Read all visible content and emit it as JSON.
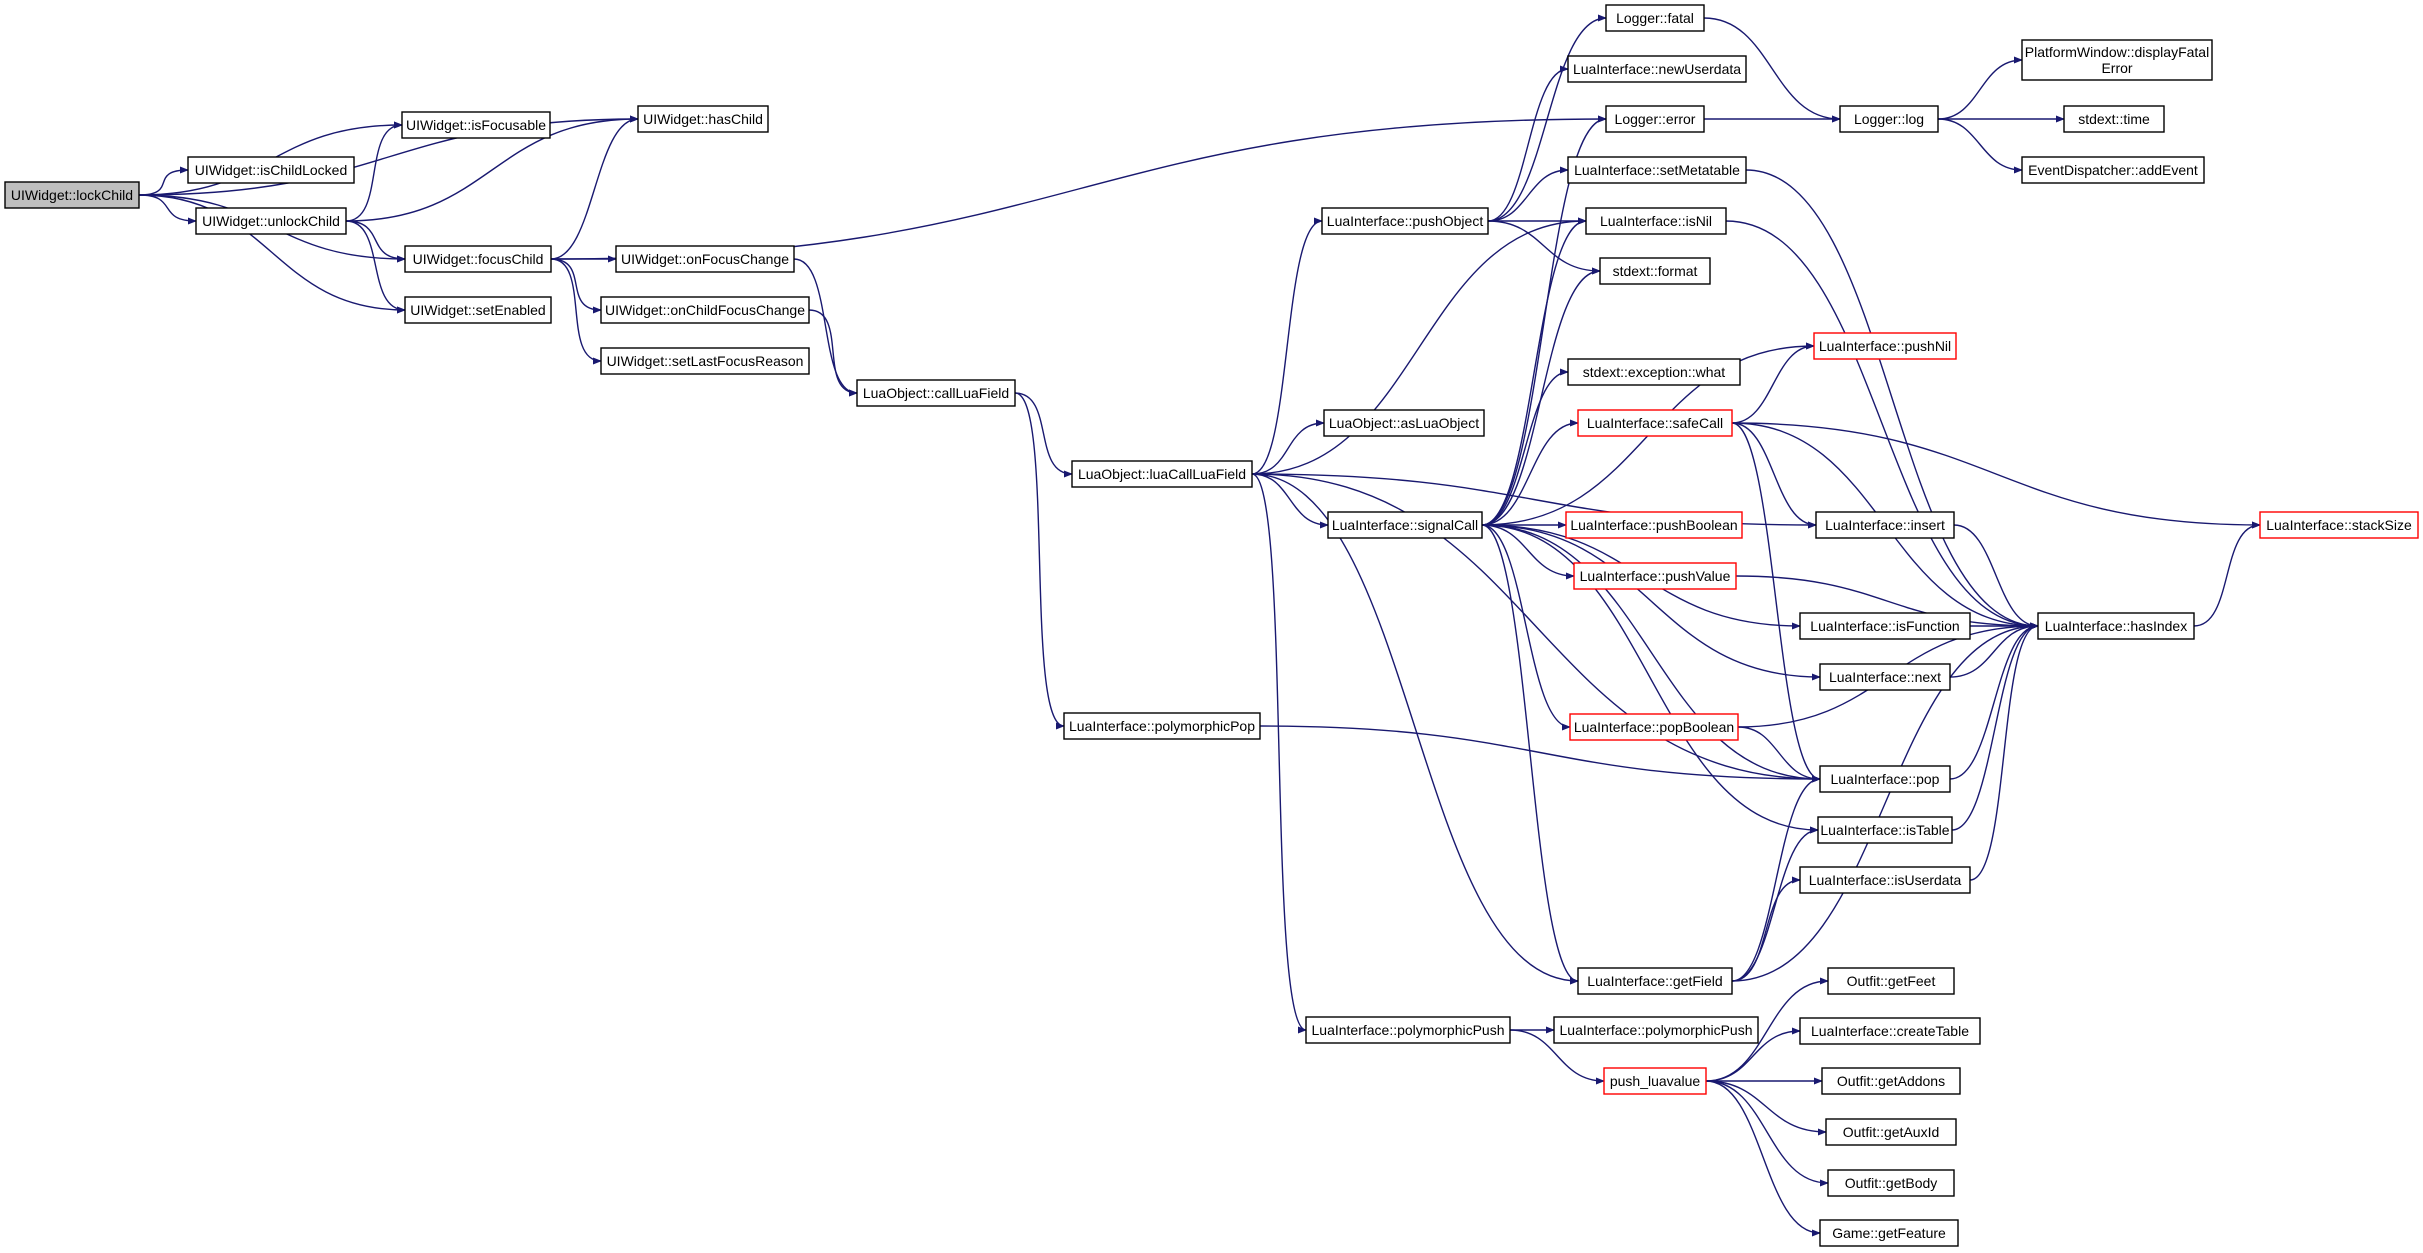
{
  "colors": {
    "edge": "#191970",
    "node_border": "#000000",
    "truncated_border": "#ff0000",
    "root_fill": "#bfbfbf",
    "node_fill": "#ffffff"
  },
  "nodes": [
    {
      "id": "lockChild",
      "label": "UIWidget::lockChild",
      "root": true
    },
    {
      "id": "isChildLocked",
      "label": "UIWidget::isChildLocked"
    },
    {
      "id": "unlockChild",
      "label": "UIWidget::unlockChild"
    },
    {
      "id": "isFocusable",
      "label": "UIWidget::isFocusable"
    },
    {
      "id": "hasChild",
      "label": "UIWidget::hasChild"
    },
    {
      "id": "focusChild",
      "label": "UIWidget::focusChild"
    },
    {
      "id": "setEnabled",
      "label": "UIWidget::setEnabled"
    },
    {
      "id": "onFocusChange",
      "label": "UIWidget::onFocusChange"
    },
    {
      "id": "onChildFocusChange",
      "label": "UIWidget::onChildFocusChange"
    },
    {
      "id": "setLastFocusReason",
      "label": "UIWidget::setLastFocusReason"
    },
    {
      "id": "callLuaField",
      "label": "LuaObject::callLuaField"
    },
    {
      "id": "luaCallLuaField",
      "label": "LuaObject::luaCallLuaField"
    },
    {
      "id": "asLuaObject",
      "label": "LuaObject::asLuaObject"
    },
    {
      "id": "polymorphicPop",
      "label": "LuaInterface::polymorphicPop"
    },
    {
      "id": "polymorphicPush",
      "label": "LuaInterface::polymorphicPush"
    },
    {
      "id": "polymorphicPush2",
      "label": "LuaInterface::polymorphicPush"
    },
    {
      "id": "pushObject",
      "label": "LuaInterface::pushObject"
    },
    {
      "id": "signalCall",
      "label": "LuaInterface::signalCall"
    },
    {
      "id": "loggerFatal",
      "label": "Logger::fatal"
    },
    {
      "id": "newUserdata",
      "label": "LuaInterface::newUserdata"
    },
    {
      "id": "loggerError",
      "label": "Logger::error"
    },
    {
      "id": "setMetatable",
      "label": "LuaInterface::setMetatable"
    },
    {
      "id": "isNil",
      "label": "LuaInterface::isNil"
    },
    {
      "id": "stdextFormat",
      "label": "stdext::format"
    },
    {
      "id": "exceptionWhat",
      "label": "stdext::exception::what"
    },
    {
      "id": "safeCall",
      "label": "LuaInterface::safeCall",
      "truncated": true
    },
    {
      "id": "pushBoolean",
      "label": "LuaInterface::pushBoolean",
      "truncated": true
    },
    {
      "id": "pushValue",
      "label": "LuaInterface::pushValue",
      "truncated": true
    },
    {
      "id": "popBoolean",
      "label": "LuaInterface::popBoolean",
      "truncated": true
    },
    {
      "id": "getField",
      "label": "LuaInterface::getField"
    },
    {
      "id": "pushLuavalue",
      "label": "push_luavalue",
      "truncated": true
    },
    {
      "id": "loggerLog",
      "label": "Logger::log"
    },
    {
      "id": "displayFatalError",
      "label": "PlatformWindow::displayFatal Error",
      "lines": [
        "PlatformWindow::displayFatal",
        "Error"
      ]
    },
    {
      "id": "stdextTime",
      "label": "stdext::time"
    },
    {
      "id": "addEvent",
      "label": "EventDispatcher::addEvent"
    },
    {
      "id": "pushNil",
      "label": "LuaInterface::pushNil",
      "truncated": true
    },
    {
      "id": "insert",
      "label": "LuaInterface::insert"
    },
    {
      "id": "isFunction",
      "label": "LuaInterface::isFunction"
    },
    {
      "id": "next",
      "label": "LuaInterface::next"
    },
    {
      "id": "pop",
      "label": "LuaInterface::pop"
    },
    {
      "id": "isTable",
      "label": "LuaInterface::isTable"
    },
    {
      "id": "isUserdata",
      "label": "LuaInterface::isUserdata"
    },
    {
      "id": "hasIndex",
      "label": "LuaInterface::hasIndex"
    },
    {
      "id": "stackSize",
      "label": "LuaInterface::stackSize",
      "truncated": true
    },
    {
      "id": "getFeet",
      "label": "Outfit::getFeet"
    },
    {
      "id": "createTable",
      "label": "LuaInterface::createTable"
    },
    {
      "id": "getAddons",
      "label": "Outfit::getAddons"
    },
    {
      "id": "getAuxId",
      "label": "Outfit::getAuxId"
    },
    {
      "id": "getBody",
      "label": "Outfit::getBody"
    },
    {
      "id": "getFeature",
      "label": "Game::getFeature"
    }
  ],
  "edges": [
    [
      "lockChild",
      "isChildLocked"
    ],
    [
      "lockChild",
      "unlockChild"
    ],
    [
      "lockChild",
      "isFocusable"
    ],
    [
      "lockChild",
      "hasChild"
    ],
    [
      "lockChild",
      "focusChild"
    ],
    [
      "lockChild",
      "setEnabled"
    ],
    [
      "unlockChild",
      "isFocusable"
    ],
    [
      "unlockChild",
      "hasChild"
    ],
    [
      "unlockChild",
      "focusChild"
    ],
    [
      "unlockChild",
      "setEnabled"
    ],
    [
      "focusChild",
      "hasChild"
    ],
    [
      "focusChild",
      "onFocusChange"
    ],
    [
      "focusChild",
      "onChildFocusChange"
    ],
    [
      "focusChild",
      "setLastFocusReason"
    ],
    [
      "focusChild",
      "loggerError"
    ],
    [
      "onFocusChange",
      "callLuaField"
    ],
    [
      "onChildFocusChange",
      "callLuaField"
    ],
    [
      "callLuaField",
      "luaCallLuaField"
    ],
    [
      "callLuaField",
      "polymorphicPop"
    ],
    [
      "luaCallLuaField",
      "asLuaObject"
    ],
    [
      "luaCallLuaField",
      "pushObject"
    ],
    [
      "luaCallLuaField",
      "signalCall"
    ],
    [
      "luaCallLuaField",
      "isNil"
    ],
    [
      "luaCallLuaField",
      "insert"
    ],
    [
      "luaCallLuaField",
      "pop"
    ],
    [
      "luaCallLuaField",
      "getField"
    ],
    [
      "luaCallLuaField",
      "polymorphicPush"
    ],
    [
      "polymorphicPop",
      "pop"
    ],
    [
      "polymorphicPush",
      "polymorphicPush2"
    ],
    [
      "polymorphicPush",
      "pushLuavalue"
    ],
    [
      "pushObject",
      "loggerFatal"
    ],
    [
      "pushObject",
      "newUserdata"
    ],
    [
      "pushObject",
      "setMetatable"
    ],
    [
      "pushObject",
      "isNil"
    ],
    [
      "pushObject",
      "stdextFormat"
    ],
    [
      "signalCall",
      "loggerError"
    ],
    [
      "signalCall",
      "isNil"
    ],
    [
      "signalCall",
      "stdextFormat"
    ],
    [
      "signalCall",
      "exceptionWhat"
    ],
    [
      "signalCall",
      "pushNil"
    ],
    [
      "signalCall",
      "safeCall"
    ],
    [
      "signalCall",
      "pushBoolean"
    ],
    [
      "signalCall",
      "pushValue"
    ],
    [
      "signalCall",
      "isFunction"
    ],
    [
      "signalCall",
      "next"
    ],
    [
      "signalCall",
      "popBoolean"
    ],
    [
      "signalCall",
      "pop"
    ],
    [
      "signalCall",
      "isTable"
    ],
    [
      "signalCall",
      "getField"
    ],
    [
      "loggerFatal",
      "loggerLog"
    ],
    [
      "loggerError",
      "loggerLog"
    ],
    [
      "loggerLog",
      "displayFatalError"
    ],
    [
      "loggerLog",
      "stdextTime"
    ],
    [
      "loggerLog",
      "addEvent"
    ],
    [
      "setMetatable",
      "hasIndex"
    ],
    [
      "isNil",
      "hasIndex"
    ],
    [
      "safeCall",
      "pushNil"
    ],
    [
      "safeCall",
      "insert"
    ],
    [
      "safeCall",
      "stackSize"
    ],
    [
      "safeCall",
      "hasIndex"
    ],
    [
      "safeCall",
      "pop"
    ],
    [
      "pushValue",
      "hasIndex"
    ],
    [
      "popBoolean",
      "hasIndex"
    ],
    [
      "popBoolean",
      "pop"
    ],
    [
      "insert",
      "hasIndex"
    ],
    [
      "isFunction",
      "hasIndex"
    ],
    [
      "next",
      "hasIndex"
    ],
    [
      "pop",
      "hasIndex"
    ],
    [
      "isTable",
      "hasIndex"
    ],
    [
      "isUserdata",
      "hasIndex"
    ],
    [
      "getField",
      "pop"
    ],
    [
      "getField",
      "isTable"
    ],
    [
      "getField",
      "isUserdata"
    ],
    [
      "getField",
      "hasIndex"
    ],
    [
      "hasIndex",
      "stackSize"
    ],
    [
      "pushLuavalue",
      "getFeet"
    ],
    [
      "pushLuavalue",
      "createTable"
    ],
    [
      "pushLuavalue",
      "getAddons"
    ],
    [
      "pushLuavalue",
      "getAuxId"
    ],
    [
      "pushLuavalue",
      "getBody"
    ],
    [
      "pushLuavalue",
      "getFeature"
    ]
  ]
}
